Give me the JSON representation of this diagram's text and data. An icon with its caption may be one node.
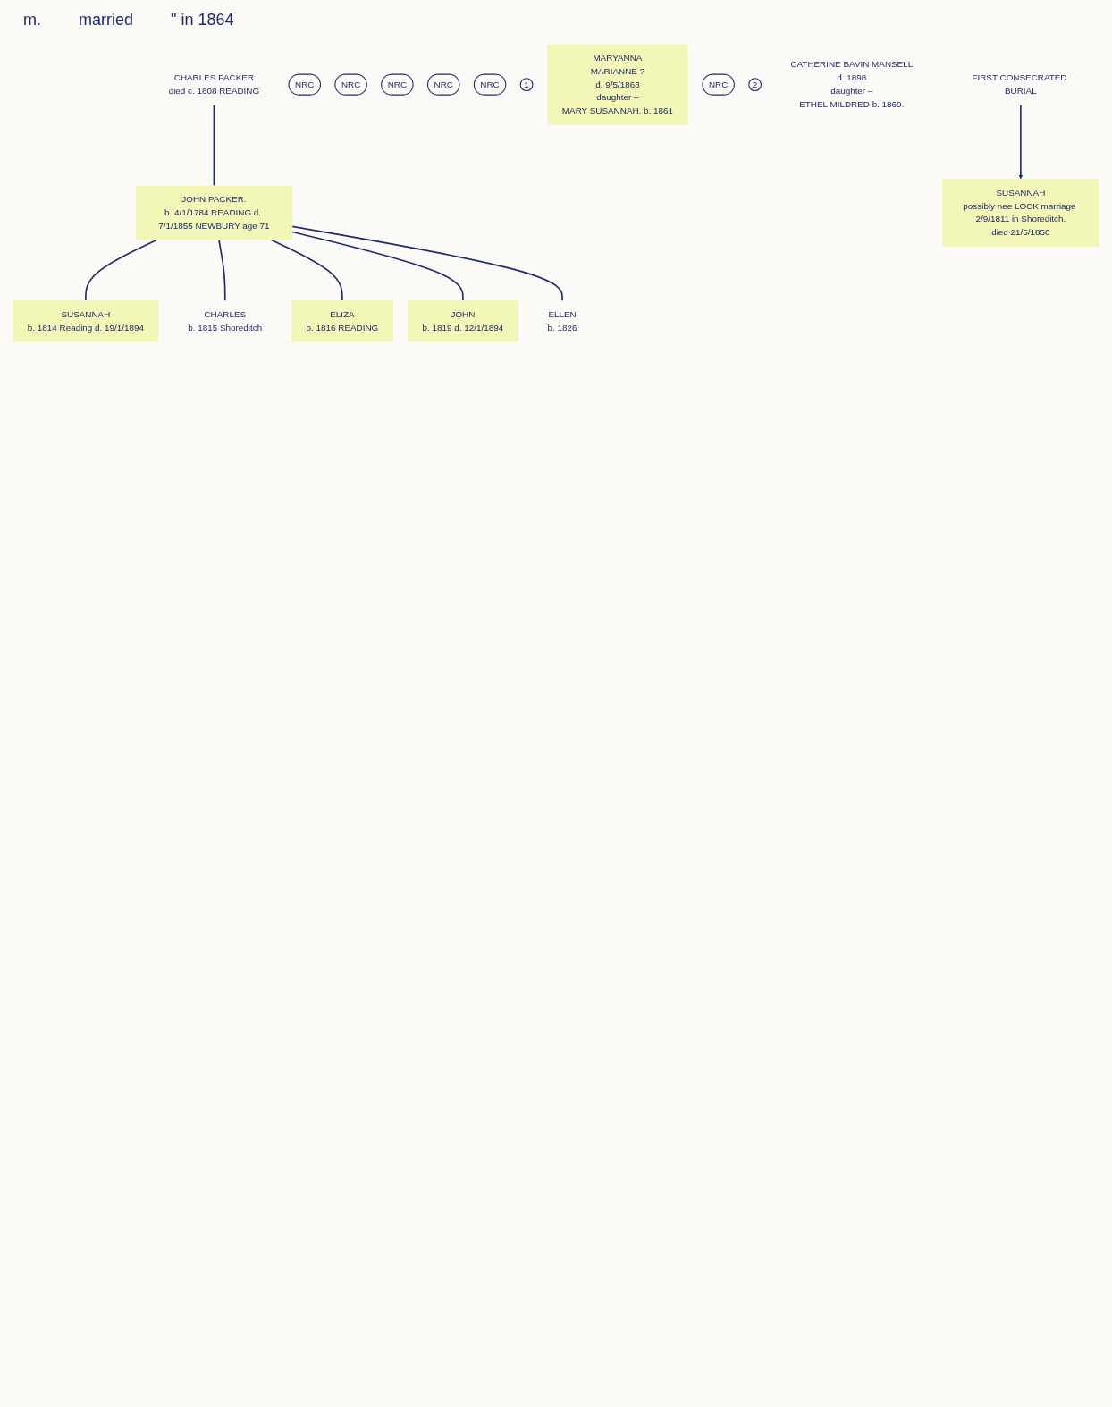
{
  "diagram": {
    "nodes": [
      {
        "text": [
          "CHARLES PACKER",
          "died c. 1808 READING"
        ]
      },
      {
        "text": [
          "JOHN PACKER.",
          "b. 4/1/1784 READING d. 7/1/1855 NEWBURY age 71"
        ]
      },
      {
        "text": [
          "NRC"
        ]
      },
      {
        "text": [
          "SUSANNAH",
          "possibly nee LOCK marriage 2/9/1811 in Shoreditch.",
          "died 21/5/1850"
        ]
      },
      {
        "text": [
          "NRC"
        ]
      },
      {
        "text": [
          "FIRST CONSECRATED BURIAL"
        ]
      },
      {
        "text": [
          "SUSANNAH",
          "b. 1814 Reading d. 19/1/1894"
        ]
      },
      {
        "text": [
          "NRC"
        ]
      },
      {
        "text": [
          "CHARLES",
          "b. 1815 Shoreditch"
        ]
      },
      {
        "text": [
          "ELIZA",
          "b. 1816 READING"
        ]
      },
      {
        "text": [
          "NRC"
        ]
      },
      {
        "text": [
          "JOHN",
          "b. 1819 d. 12/1/1894"
        ]
      },
      {
        "text": [
          "NRC"
        ]
      },
      {
        "text": [
          "ELLEN",
          "b. 1826"
        ]
      },
      {
        "text": [
          "1"
        ]
      },
      {
        "text": [
          "MARYANNA",
          "MARIANNE ?",
          "d. 9/5/1863",
          "daughter –",
          "MARY SUSANNAH. b. 1861"
        ]
      },
      {
        "text": [
          "NRC"
        ]
      },
      {
        "text": [
          "2"
        ]
      },
      {
        "text": [
          "CATHERINE BAVIN MANSELL",
          "d. 1898",
          "daughter –",
          "ETHEL MILDRED b. 1869."
        ]
      }
    ],
    "edges": [
      {
        "from": 0,
        "to": 1,
        "arrow": "none"
      },
      {
        "from": 5,
        "to": 3,
        "arrow": "to"
      },
      {
        "from": 1,
        "to": 6,
        "arrow": "none"
      },
      {
        "from": 1,
        "to": 8,
        "arrow": "none"
      },
      {
        "from": 1,
        "to": 9,
        "arrow": "none"
      },
      {
        "from": 1,
        "to": 11,
        "arrow": "none"
      },
      {
        "from": 1,
        "to": 13,
        "arrow": "none"
      }
    ],
    "labels": [
      "m.",
      "married",
      "\" in 1864"
    ]
  }
}
